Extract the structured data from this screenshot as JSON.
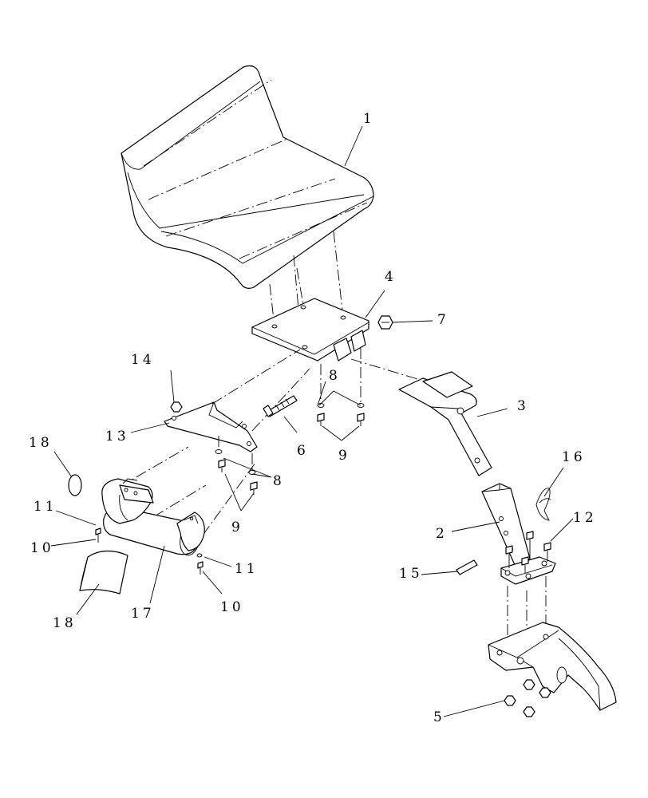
{
  "callouts": {
    "c1": "1",
    "c2": "2",
    "c3": "3",
    "c4": "4",
    "c5": "5",
    "c6": "6",
    "c7": "7",
    "c8a": "8",
    "c8b": "8",
    "c9a": "9",
    "c9b": "9",
    "c10a": "10",
    "c10b": "10",
    "c11a": "11",
    "c11b": "11",
    "c12": "12",
    "c13": "13",
    "c14": "14",
    "c15": "15",
    "c16": "16",
    "c17": "17",
    "c18a": "18",
    "c18b": "18"
  }
}
